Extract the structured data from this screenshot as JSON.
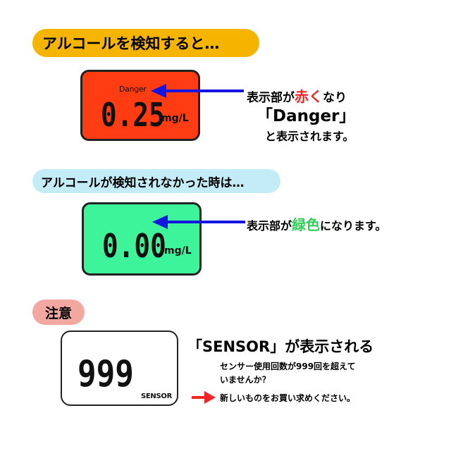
{
  "section1": {
    "pill": "アルコールを検知すると…",
    "lcd_label": "Danger",
    "lcd_value": "0.25",
    "lcd_unit": "mg/L",
    "line1_pre": "表示部が",
    "line1_em": "赤く",
    "line1_post": "なり",
    "line2": "「Danger」",
    "line3": "と表示されます。",
    "lcd_color": "#ff3c12",
    "pill_color": "#f5b400"
  },
  "section2": {
    "pill": "アルコールが検知されなかった時は…",
    "lcd_value": "0.00",
    "lcd_unit": "mg/L",
    "line_pre": "表示部が",
    "line_em": "緑色",
    "line_post": "になります。",
    "lcd_color": "#3ef49a",
    "pill_color": "#c4ecf7"
  },
  "section3": {
    "pill": "注意",
    "lcd_value": "999",
    "lcd_label": "SENSOR",
    "heading": "「SENSOR」が表示される",
    "body1": "センサー使用回数が999回を超えて",
    "body2": "いませんか？",
    "action": "新しいものをお買い求めください。",
    "pill_color": "#f2a8a0",
    "arrow_color": "#f22428"
  },
  "icons": {
    "pointer_arrow": "blue-arrow-icon",
    "red_arrow": "red-arrow-icon"
  }
}
